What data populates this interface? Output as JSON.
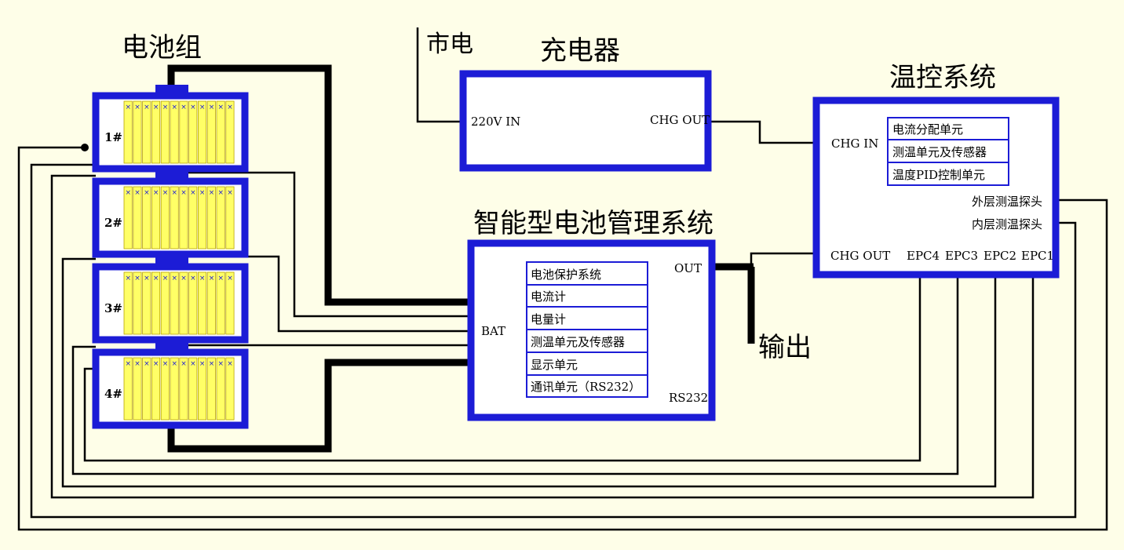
{
  "titles": {
    "battery_group": "电池组",
    "mains": "市电",
    "charger": "充电器",
    "temp_system": "温控系统",
    "bms": "智能型电池管理系统",
    "output": "输出"
  },
  "charger": {
    "in_label": "220V IN",
    "out_label": "CHG OUT"
  },
  "temp_system": {
    "chg_in": "CHG IN",
    "chg_out": "CHG OUT",
    "units": [
      "电流分配单元",
      "测温单元及传感器",
      "温度PID控制单元"
    ],
    "outer_probe": "外层测温探头",
    "inner_probe": "内层测温探头",
    "epc": [
      "EPC4",
      "EPC3",
      "EPC2",
      "EPC1"
    ]
  },
  "bms": {
    "bat": "BAT",
    "out": "OUT",
    "rs232": "RS232",
    "units": [
      "电池保护系统",
      "电流计",
      "电量计",
      "测温单元及传感器",
      "显示单元",
      "通讯单元（RS232）"
    ]
  },
  "packs": [
    "1#",
    "2#",
    "3#",
    "4#"
  ],
  "colors": {
    "background": "#fefee8",
    "box_border": "#1c1cd6",
    "cell_fill": "#ffff66",
    "wire": "#000000"
  }
}
